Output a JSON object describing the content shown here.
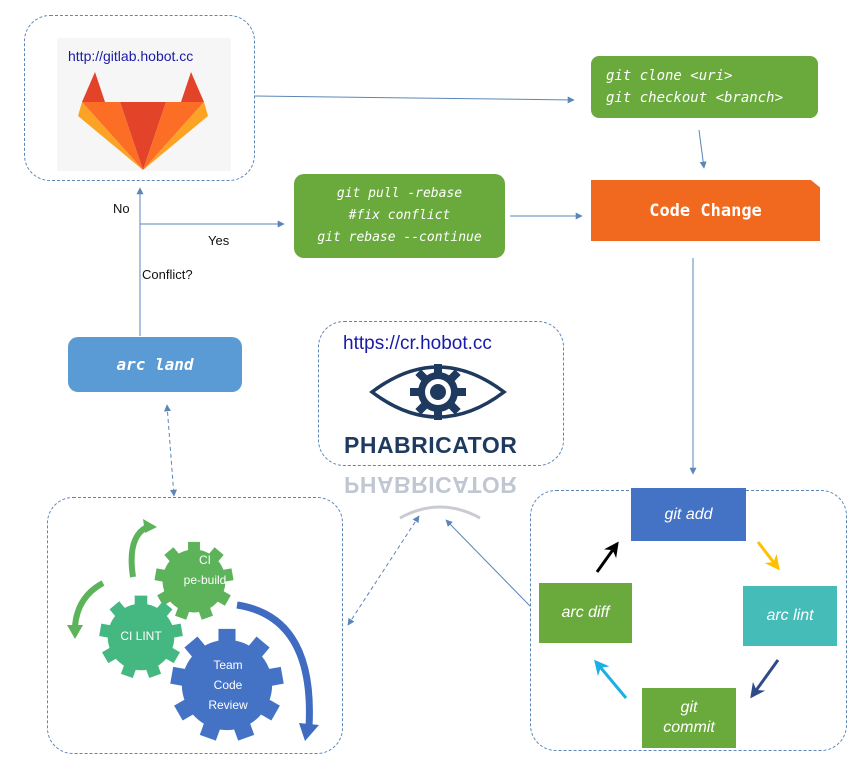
{
  "gitlab": {
    "url": "http://gitlab.hobot.cc"
  },
  "clone_box": {
    "line1": "git clone <uri>",
    "line2": "git checkout <branch>"
  },
  "pull_box": {
    "line1": "git pull  -rebase",
    "line2": "#fix conflict",
    "line3": "git rebase --continue"
  },
  "code_change": {
    "label": "Code Change"
  },
  "arc_land": {
    "label": "arc land"
  },
  "decision": {
    "no": "No",
    "yes": "Yes",
    "question": "Conflict?"
  },
  "phabricator": {
    "url": "https://cr.hobot.cc",
    "name": "PHABRICATOR",
    "reflection": "PHABRICATOR"
  },
  "cycle": {
    "git_add": "git add",
    "arc_lint": "arc lint",
    "git_commit_1": "git",
    "git_commit_2": "commit",
    "arc_diff": "arc diff"
  },
  "gears": {
    "ci_prebuild_1": "CI",
    "ci_prebuild_2": "pe-build",
    "ci_lint": "CI LINT",
    "team_1": "Team",
    "team_2": "Code",
    "team_3": "Review"
  },
  "colors": {
    "green": "#6aaa3c",
    "orange": "#f0691e",
    "blue": "#4472c4",
    "teal": "#45bcb8",
    "arc_land_blue": "#5b9bd5",
    "gitlab_red": "#e24329",
    "gitlab_orange": "#fc6d26",
    "gitlab_yellow": "#fca326",
    "phab_navy": "#1f3a5f"
  }
}
